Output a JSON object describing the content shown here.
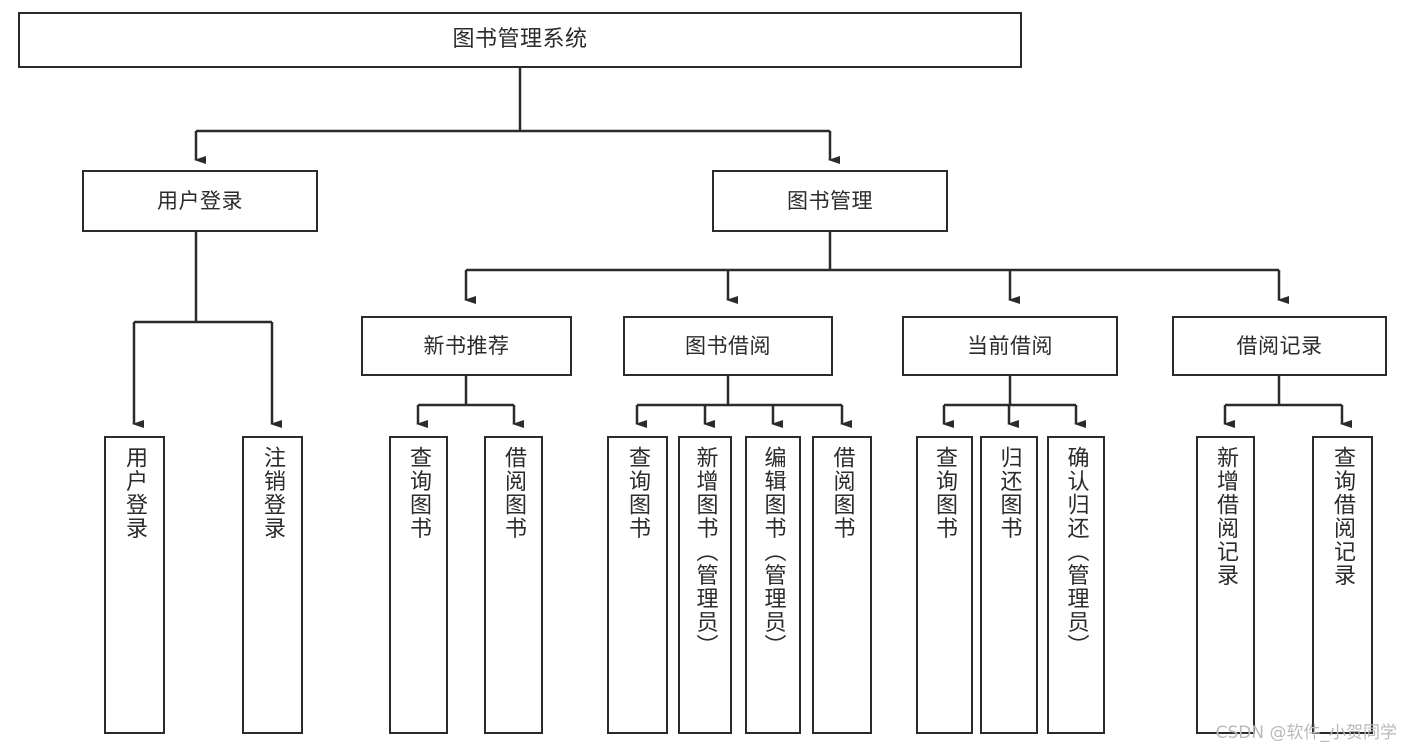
{
  "diagram": {
    "title": "图书管理系统",
    "type": "tree",
    "colors": {
      "stroke": "#2b2b2b",
      "fill": "#ffffff",
      "text": "#2b2b2b",
      "watermark": "#b9b9b9"
    },
    "watermark": "CSDN @软件_小贺同学"
  },
  "nodes": {
    "root": {
      "label": "图书管理系统"
    },
    "level1": [
      {
        "label": "用户登录"
      },
      {
        "label": "图书管理"
      }
    ],
    "level2": [
      {
        "label": "新书推荐"
      },
      {
        "label": "图书借阅"
      },
      {
        "label": "当前借阅"
      },
      {
        "label": "借阅记录"
      }
    ],
    "leaves_user_login": [
      {
        "label": "用户登录"
      },
      {
        "label": "注销登录"
      }
    ],
    "leaves_new_books": [
      {
        "label": "查询图书"
      },
      {
        "label": "借阅图书"
      }
    ],
    "leaves_borrow": [
      {
        "label": "查询图书"
      },
      {
        "label": "新增图书（管理员）"
      },
      {
        "label": "编辑图书（管理员）"
      },
      {
        "label": "借阅图书"
      }
    ],
    "leaves_current": [
      {
        "label": "查询图书"
      },
      {
        "label": "归还图书"
      },
      {
        "label": "确认归还（管理员）"
      }
    ],
    "leaves_records": [
      {
        "label": "新增借阅记录"
      },
      {
        "label": "查询借阅记录"
      }
    ]
  }
}
